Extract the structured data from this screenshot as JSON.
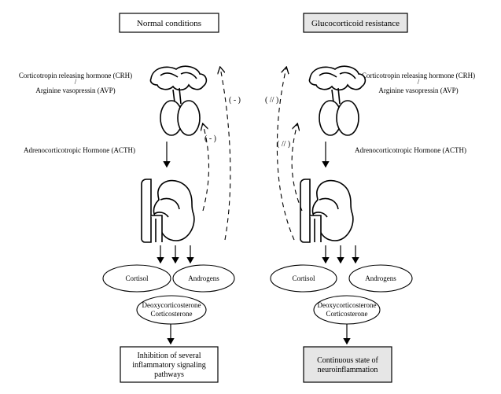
{
  "headers": {
    "normal": "Normal conditions",
    "resistance": "Glucocorticoid resistance"
  },
  "left": {
    "crh": "Corticotropin releasing hormone (CRH)",
    "slash": "/",
    "avp": "Arginine vasopressin (AVP)",
    "acth": "Adrenocorticotropic Hormone (ACTH)",
    "cortisol": "Cortisol",
    "androgens": "Androgens",
    "doc": "Deoxycorticosterone",
    "corticosterone": "Corticosterone",
    "outcome_1": "Inhibition of several",
    "outcome_2": "inflammatory signaling",
    "outcome_3": "pathways",
    "feedback_outer": "( - )",
    "feedback_inner": "( - )"
  },
  "right": {
    "crh": "Corticotropin releasing hormone (CRH)",
    "slash": "/",
    "avp": "Arginine vasopressin (AVP)",
    "acth": "Adrenocorticotropic Hormone (ACTH)",
    "cortisol": "Cortisol",
    "androgens": "Androgens",
    "doc": "Deoxycorticosterone",
    "corticosterone": "Corticosterone",
    "outcome_1": "Continuous state of",
    "outcome_2": "neuroinflammation",
    "feedback_outer": "( // )",
    "feedback_inner": "( // )"
  },
  "colors": {
    "resistance_box_fill": "#e6e6e6",
    "line": "#000000"
  },
  "icons": [
    "pituitary-icon",
    "kidney-icon"
  ]
}
